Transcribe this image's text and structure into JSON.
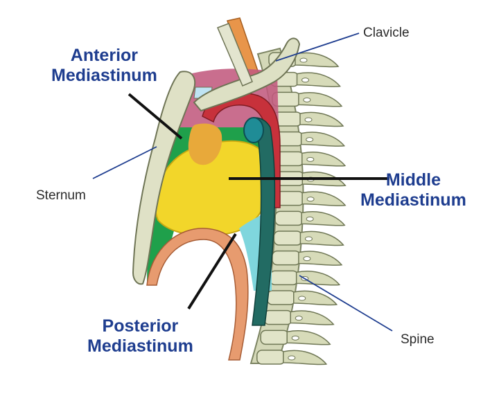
{
  "labels": {
    "anterior": {
      "line1": "Anterior",
      "line2": "Mediastinum"
    },
    "middle": {
      "line1": "Middle",
      "line2": "Mediastinum"
    },
    "posterior": {
      "line1": "Posterior",
      "line2": "Mediastinum"
    },
    "clavicle": "Clavicle",
    "sternum": "Sternum",
    "spine": "Spine"
  },
  "colors": {
    "label_blue": "#1e3d8f",
    "anterior_region": "#1fa04b",
    "middle_region": "#f2d62a",
    "superior_region": "#c25a7e",
    "posterior_region": "#7fd6dd",
    "aorta": "#c7313b",
    "esophagus": "#226b63",
    "bone": "#d9dcc0",
    "diaphragm": "#e79b6f"
  }
}
